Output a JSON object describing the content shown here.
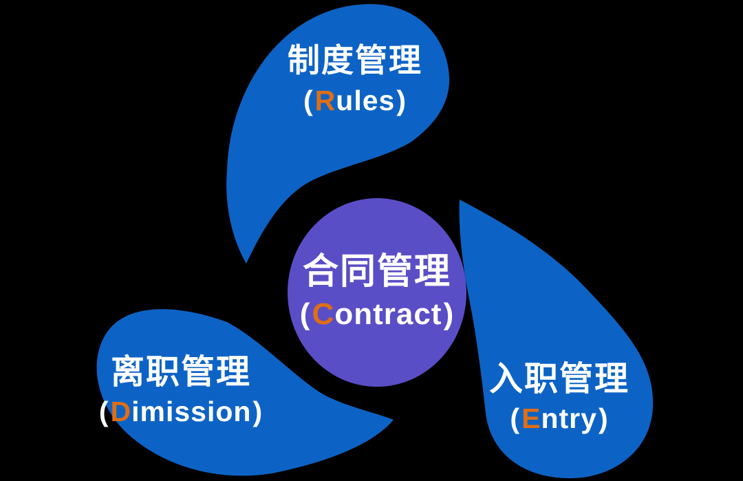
{
  "colors": {
    "background": "#000000",
    "drop_blue": "#0d63c5",
    "center_purple": "#5a4ec6",
    "accent_orange": "#e06e14",
    "text_white": "#ffffff"
  },
  "center": {
    "zh": "合同管理",
    "paren_open": "(",
    "letter": "C",
    "rest": "ontract",
    "paren_close": ")"
  },
  "drops": [
    {
      "id": "rules",
      "zh": "制度管理",
      "paren_open": "(",
      "letter": "R",
      "rest": "ules",
      "paren_close": ")"
    },
    {
      "id": "dimission",
      "zh": "离职管理",
      "paren_open": "(",
      "letter": "D",
      "rest": "imission",
      "paren_close": ")"
    },
    {
      "id": "entry",
      "zh": "入职管理",
      "paren_open": "(",
      "letter": "E",
      "rest": "ntry",
      "paren_close": ")"
    }
  ]
}
